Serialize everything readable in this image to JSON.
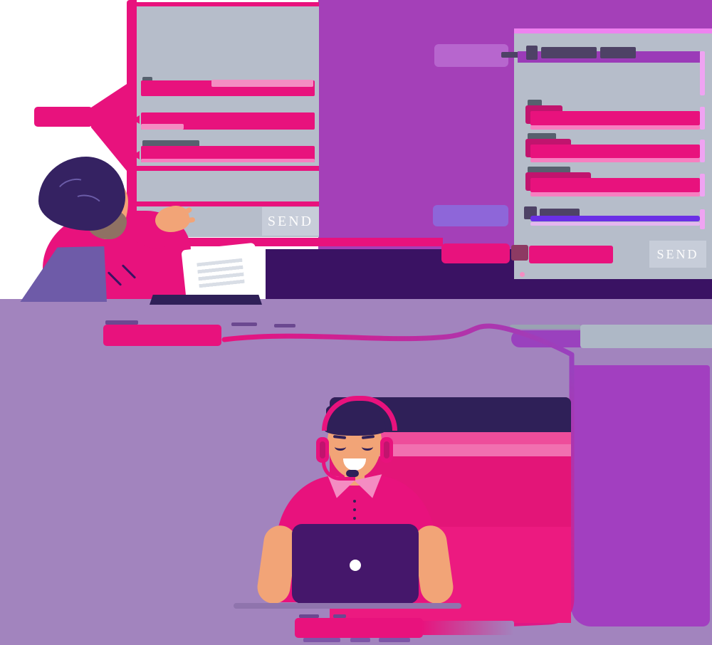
{
  "left_form": {
    "send_label": "SEND",
    "field_count": 3
  },
  "right_form": {
    "send_label": "SEND",
    "field_count": 3
  },
  "colors": {
    "pink": "#e8127d",
    "pink_light": "#f48cc2",
    "purple_background": "#a440b8",
    "mauve_background": "#a284be",
    "panel_grey": "#b6bdca",
    "button_grey": "#c7cdd9",
    "desk_dark_purple": "#3a1263",
    "navy": "#2f2058",
    "violet_line": "#6a2fe6",
    "title_purple": "#9b3bb8"
  }
}
